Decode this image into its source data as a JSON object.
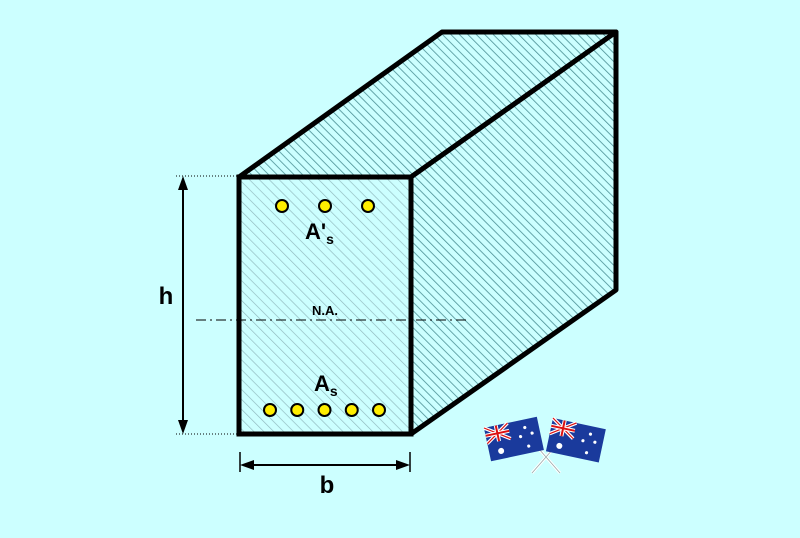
{
  "colors": {
    "background": "#ccffff",
    "hatch": "#4a8f94",
    "hatch_light": "#8fb8bc",
    "outline": "#000000",
    "rebar_fill": "#ffee00"
  },
  "labels": {
    "height": "h",
    "width": "b",
    "top_steel": "A'",
    "top_steel_sub": "s",
    "bottom_steel": "A",
    "bottom_steel_sub": "s",
    "neutral_axis": "N.A."
  },
  "rebars": {
    "top_count": 3,
    "bottom_count": 5
  },
  "decoration": {
    "flags": [
      "australian-flag-icon",
      "australian-flag-icon"
    ]
  }
}
